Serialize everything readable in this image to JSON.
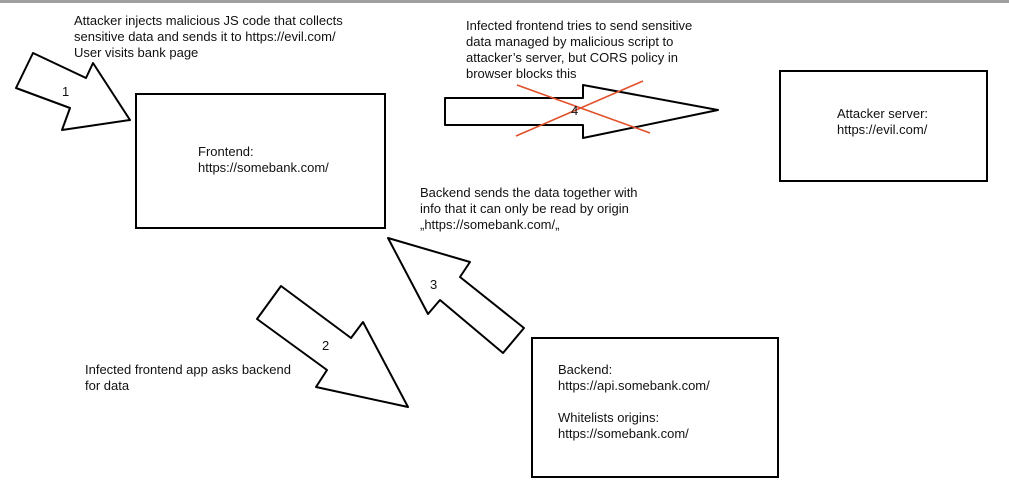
{
  "notes": {
    "step1": [
      "Attacker injects malicious JS code that collects",
      "sensitive data and sends it to https://evil.com/",
      "User visits bank page"
    ],
    "step4": [
      "Infected frontend tries to send sensitive",
      "data managed by malicious script to",
      "attacker’s server, but CORS policy in",
      "browser blocks this"
    ],
    "step3": [
      "Backend sends the data together with",
      "info that it can only be read by origin",
      "„https://somebank.com/„"
    ],
    "step2": [
      "Infected frontend app asks backend",
      "for data"
    ]
  },
  "boxes": {
    "frontend": [
      "Frontend:",
      "https://somebank.com/"
    ],
    "attacker": [
      "Attacker server:",
      "https://evil.com/"
    ],
    "backend": [
      "Backend:",
      "https://api.somebank.com/",
      "",
      "Whitelists origins:",
      "https://somebank.com/"
    ]
  },
  "arrows": {
    "a1": "1",
    "a2": "2",
    "a3": "3",
    "a4": "4"
  },
  "colors": {
    "blocked_cross": "#e0502a"
  }
}
